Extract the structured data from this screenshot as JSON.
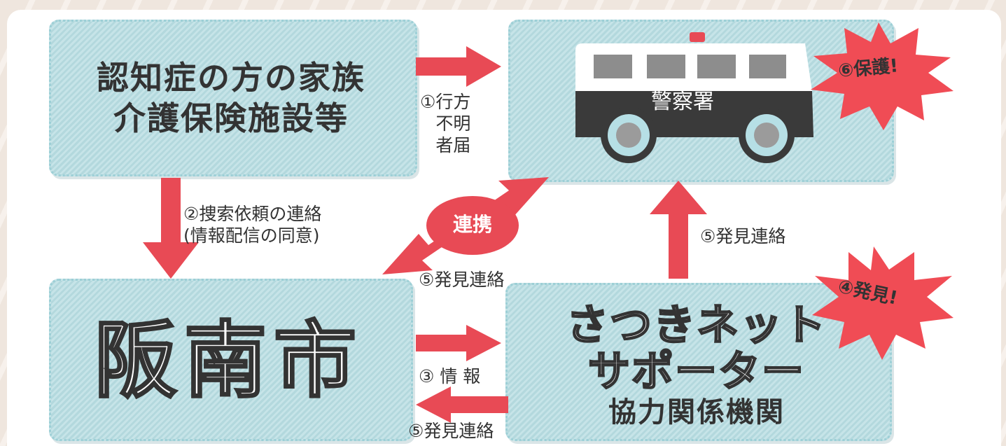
{
  "nodes": {
    "family": {
      "line1": "認知症の方の家族",
      "line2": "介護保険施設等"
    },
    "police": {
      "label": "警察署"
    },
    "city": {
      "label": "阪南市"
    },
    "supporters": {
      "line1": "さつきネット",
      "line2": "サポーター",
      "line3": "協力関係機関"
    }
  },
  "edges": {
    "missing_report": {
      "line1": "①行方",
      "line2": "不明",
      "line3": "者届"
    },
    "search_request": {
      "line1": "②捜索依頼の連絡",
      "line2": "(情報配信の同意)"
    },
    "coordination": "連携",
    "found_center": "⑤発見連絡",
    "found_right": "⑤発見連絡",
    "info": "③ 情 報",
    "found_bottom": "⑤発見連絡"
  },
  "bursts": {
    "protect": "⑥保護!",
    "found": "④発見!"
  },
  "colors": {
    "box_fill": "#c6e4e8",
    "arrow": "#e84a55",
    "burst": "#f04c55",
    "bus_body": "#3a3a3a",
    "bus_top": "#ffffff"
  }
}
